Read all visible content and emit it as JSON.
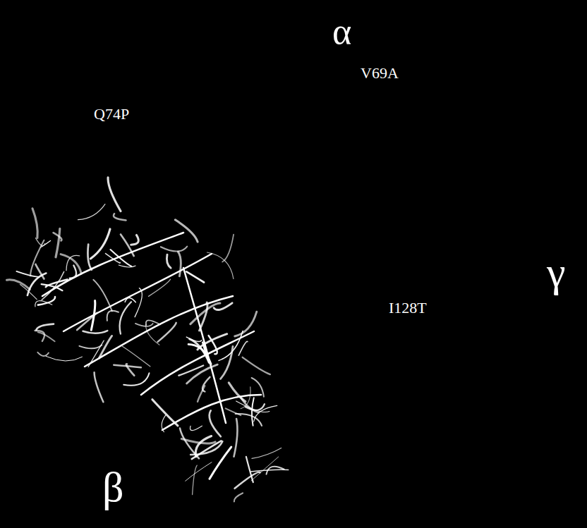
{
  "diagram": {
    "labels": [
      "α",
      "V69A",
      "Q74P",
      "γ",
      "I128T",
      "β"
    ]
  }
}
